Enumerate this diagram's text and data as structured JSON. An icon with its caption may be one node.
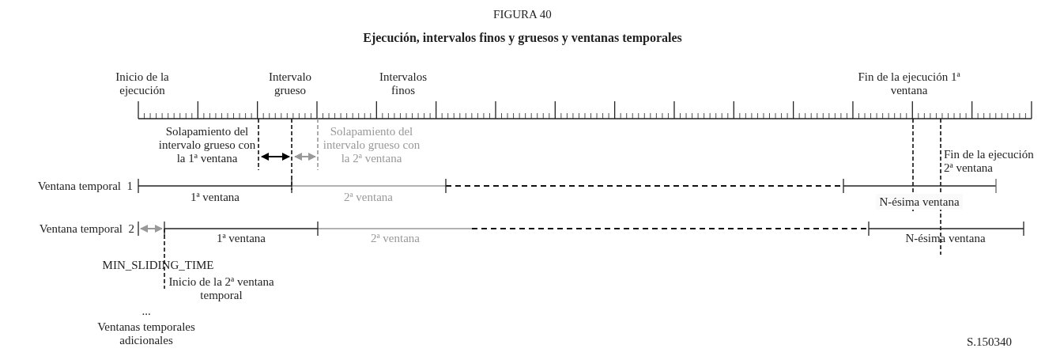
{
  "diagram": {
    "title": "Ejecución, intervalos finos y gruesos y ventanas temporales",
    "labels": [
      "FIGURA 40",
      "Inicio de la ejecución",
      "Intervalo grueso",
      "Intervalos finos",
      "Fin de la ejecución 1ª ventana",
      "Solapamiento del intervalo grueso con la 1ª ventana",
      "Solapamiento del intervalo grueso con la 2ª ventana",
      "Fin de la ejecución 2ª ventana",
      "Ventana temporal  1",
      "1ª ventana",
      "2ª ventana",
      "N-ésima ventana",
      "Ventana temporal  2",
      "1ª ventana",
      "2ª ventana",
      "N-ésima ventana",
      "MIN_SLIDING_TIME",
      "Inicio de la 2ª ventana temporal",
      "...",
      "Ventanas temporales adicionales",
      "S.150340"
    ]
  }
}
